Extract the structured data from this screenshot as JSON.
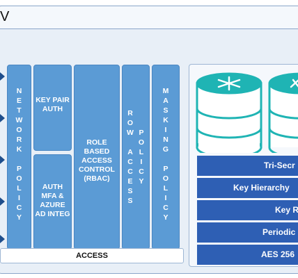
{
  "title": "V",
  "columns": {
    "network_policy": [
      "N",
      "E",
      "T",
      "W",
      "O",
      "R",
      "K",
      "",
      "P",
      "O",
      "L",
      "I",
      "C",
      "Y"
    ],
    "key_pair_auth": "KEY PAIR AUTH",
    "auth_mfa": "AUTH MFA & AZURE AD INTEG",
    "rbac": "ROLE BASED ACCESS CONTROL (RBAC)",
    "row_access_left": [
      "R",
      "O",
      "W",
      "",
      "A",
      "C",
      "C",
      "E",
      "S",
      "S"
    ],
    "row_access_right": [
      "P",
      "O",
      "L",
      "I",
      "C",
      "Y"
    ],
    "masking_policy": [
      "M",
      "A",
      "S",
      "K",
      "I",
      "N",
      "G",
      "",
      "P",
      "O",
      "L",
      "I",
      "C",
      "Y"
    ]
  },
  "access_label": "ACCESS",
  "right_bands": [
    "Tri-Secr",
    "Key Hierarchy",
    "Key R",
    "Periodic",
    "AES 256"
  ],
  "colors": {
    "column": "#5b9bd5",
    "band": "#2e5fb4",
    "cylinder": "#1fb4b4"
  }
}
